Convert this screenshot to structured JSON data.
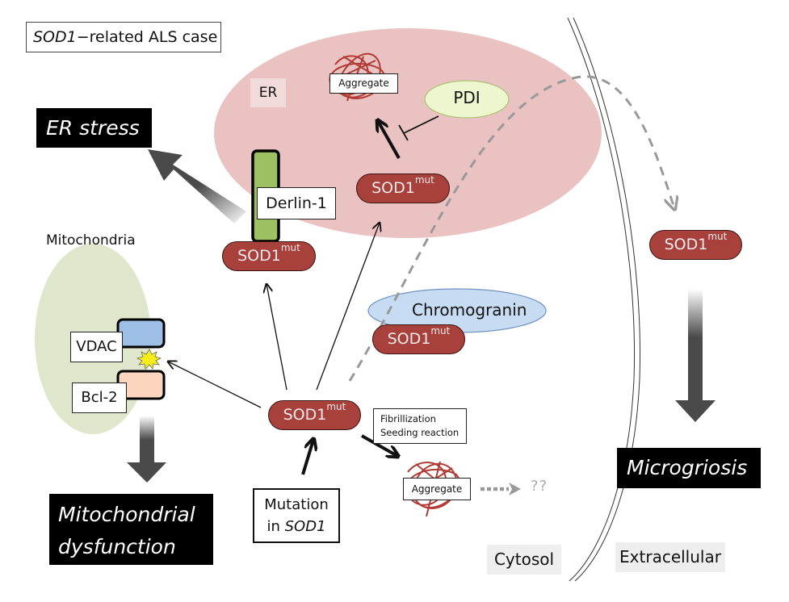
{
  "title": {
    "gene": "SOD1",
    "suffix": "−related ALS case"
  },
  "compartments": {
    "er": "ER",
    "mitochondria": "Mitochondria",
    "cytosol": "Cytosol",
    "extracellular": "Extracellular"
  },
  "outcomes": {
    "er_stress": "ER stress",
    "mito_line1": "Mitochondrial",
    "mito_line2": "dysfunction",
    "microgliosis": "Microgriosis"
  },
  "proteins": {
    "sod1": "SOD1",
    "mut": "mut",
    "pdi": "PDI",
    "derlin": "Derlin-1",
    "chromogranin": "Chromogranin",
    "vdac": "VDAC",
    "bcl2": "Bcl-2"
  },
  "aggregate_label": "Aggregate",
  "fibrillization": {
    "line1": "Fibrillization",
    "line2": "Seeding reaction"
  },
  "mutation": {
    "line1": "Mutation",
    "line2_prefix": "in ",
    "line2_gene": "SOD1"
  },
  "unknown": "??",
  "colors": {
    "er_fill": "#e9c2c1",
    "mito_fill": "#dfe6cc",
    "sod_fill": "#a8403c",
    "pdi_fill": "#eef6cf",
    "chromogranin_fill": "#c7dcf2",
    "derlin_fill": "#9dc062",
    "vdac_fill": "#9dbfe6",
    "bcl2_fill": "#fbd5bd",
    "aggregate_stroke": "#b23a35",
    "dashed_gray": "#999999",
    "big_arrow": "#4a4a4a"
  }
}
